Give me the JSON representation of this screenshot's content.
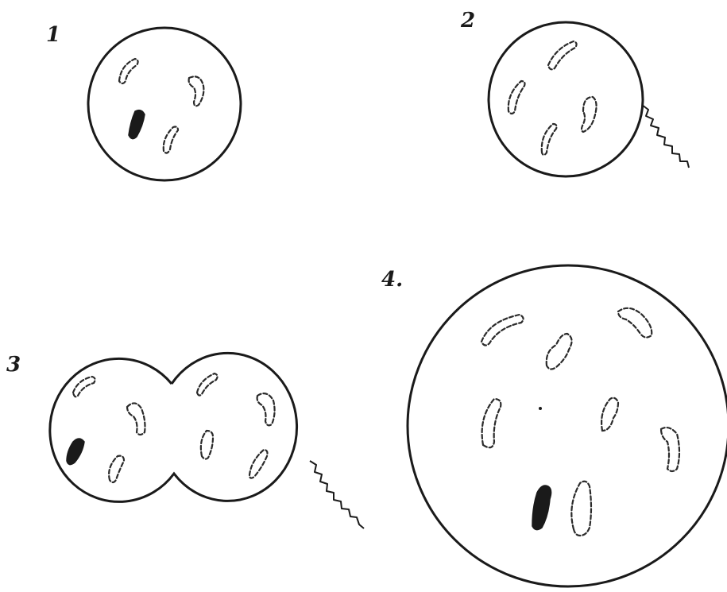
{
  "figure": {
    "panels": [
      {
        "id": "panel-1",
        "label": "1"
      },
      {
        "id": "panel-2",
        "label": "2"
      },
      {
        "id": "panel-3",
        "label": "3"
      },
      {
        "id": "panel-4",
        "label": "4."
      }
    ]
  }
}
